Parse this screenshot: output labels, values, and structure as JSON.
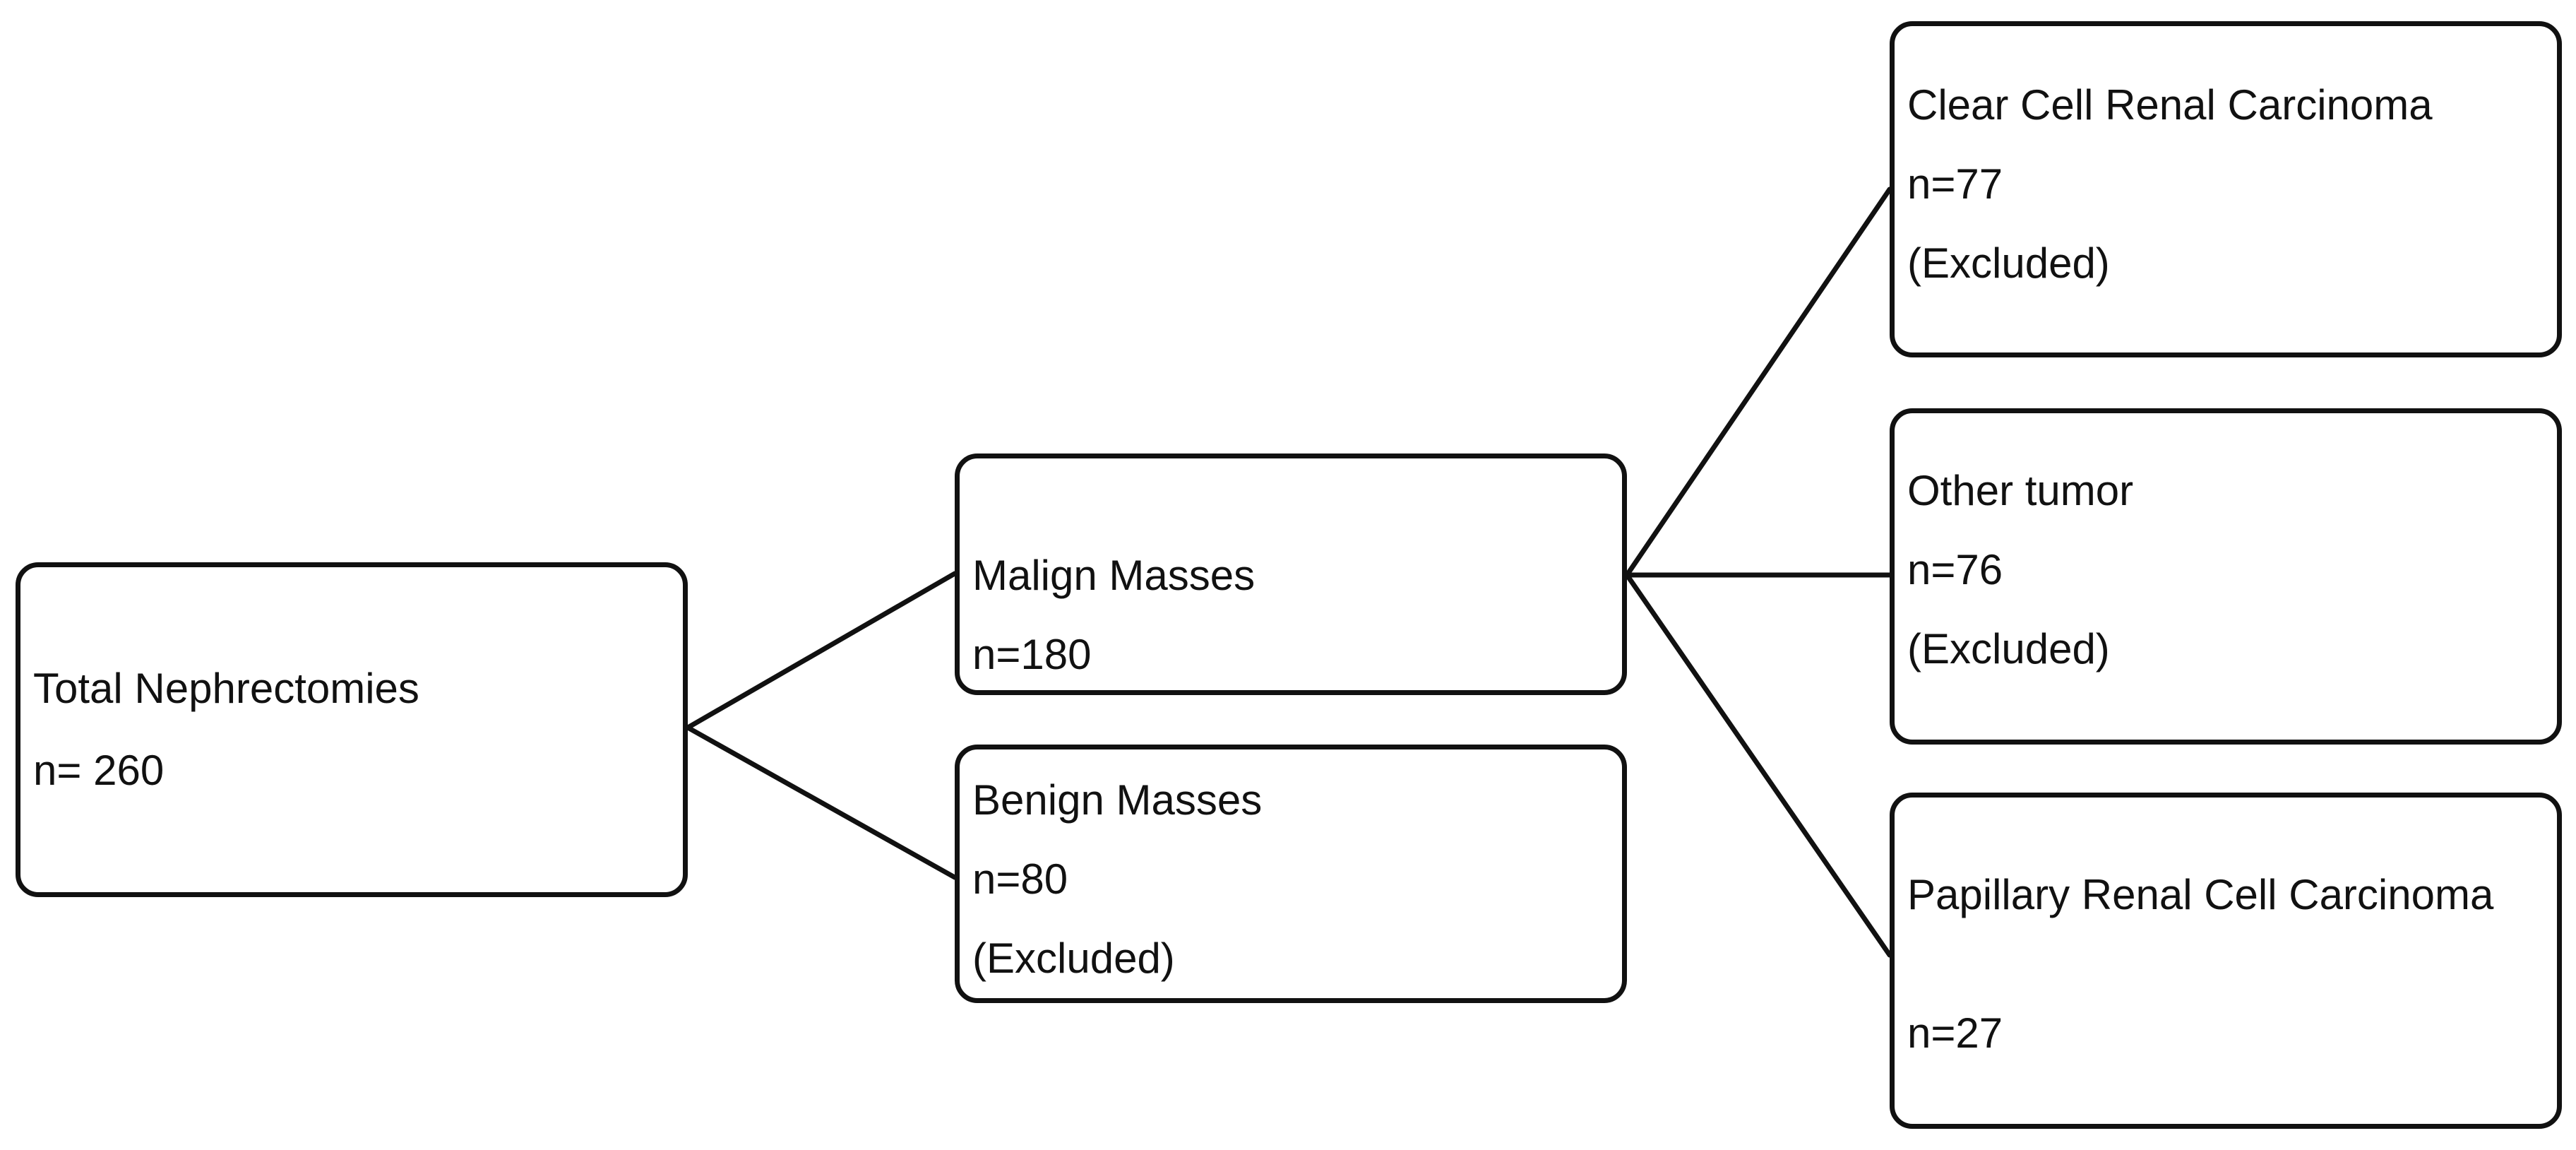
{
  "nodes": {
    "total": {
      "title": "Total Nephrectomies",
      "count": "n= 260"
    },
    "malign": {
      "title": "Malign Masses",
      "count": "n=180"
    },
    "benign": {
      "title": "Benign Masses",
      "count": "n=80",
      "status": "(Excluded)"
    },
    "ccrc": {
      "title": "Clear Cell Renal Carcinoma",
      "count": "n=77",
      "status": "(Excluded)"
    },
    "other": {
      "title": "Other tumor",
      "count": "n=76",
      "status": "(Excluded)"
    },
    "prcc": {
      "title": "Papillary Renal Cell Carcinoma",
      "count": "n=27"
    }
  },
  "colors": {
    "stroke": "#111111",
    "background": "#ffffff"
  }
}
